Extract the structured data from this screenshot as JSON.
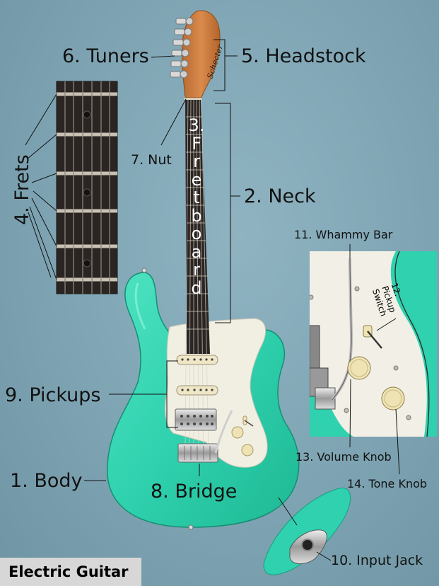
{
  "labels": {
    "body": "1. Body",
    "neck": "2. Neck",
    "fretboard_num": "3.",
    "fretboard_letters": [
      "F",
      "r",
      "e",
      "t",
      "b",
      "o",
      "a",
      "r",
      "d"
    ],
    "frets": "4. Frets",
    "headstock": "5. Headstock",
    "tuners": "6. Tuners",
    "nut": "7. Nut",
    "bridge": "8. Bridge",
    "pickups": "9. Pickups",
    "input_jack": "10. Input Jack",
    "whammy_bar": "11. Whammy Bar",
    "pickup_switch": "12. Pickup Switch",
    "volume_knob": "13. Volume Knob",
    "tone_knob": "14. Tone Knob"
  },
  "caption": "Electric Guitar",
  "colors": {
    "background": "#7fa5b4",
    "body": "#2fd1ae",
    "pickguard": "#f1efe2",
    "fretboard": "#2b2523",
    "headstock": "#c97a3e",
    "caption_bg": "#d7d7d7"
  }
}
